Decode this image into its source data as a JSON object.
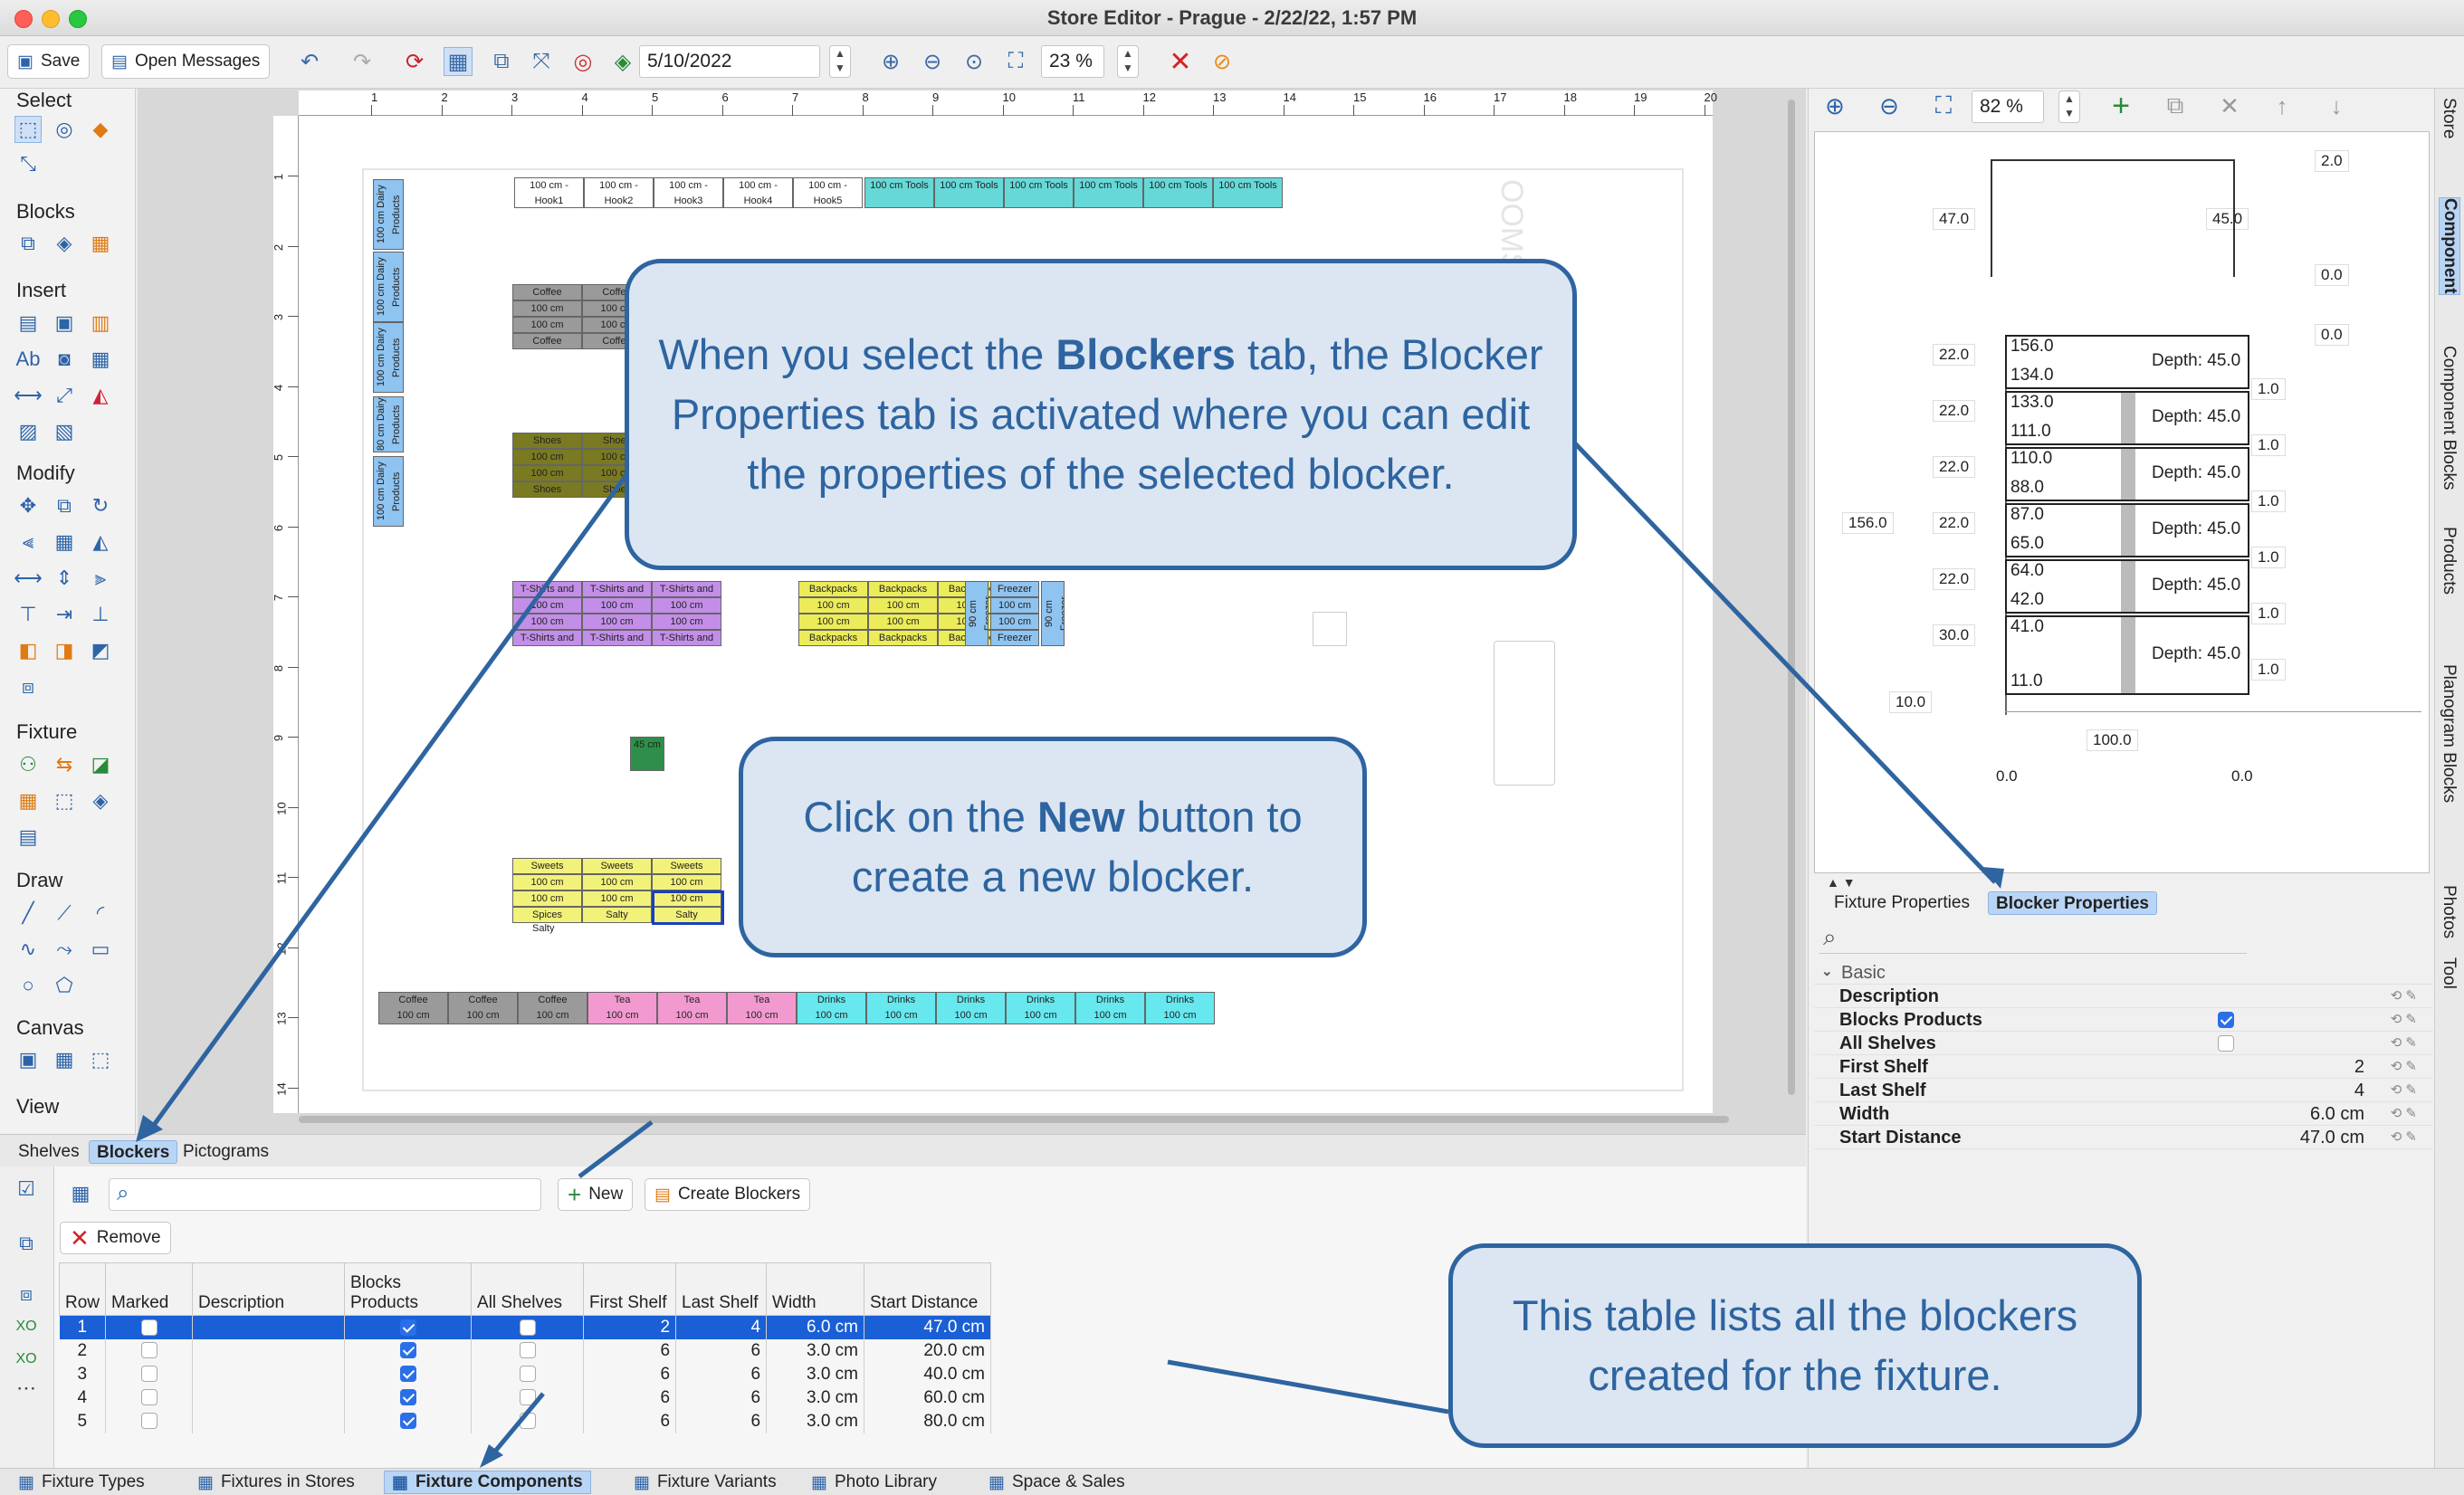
{
  "window": {
    "title": "Store Editor - Prague - 2/22/22, 1:57 PM"
  },
  "toolbar": {
    "save_label": "Save",
    "open_messages_label": "Open Messages",
    "date_value": "5/10/2022",
    "zoom_value": "23 %"
  },
  "palette": {
    "select": "Select",
    "blocks": "Blocks",
    "insert": "Insert",
    "modify": "Modify",
    "fixture": "Fixture",
    "draw": "Draw",
    "canvas": "Canvas",
    "view": "View"
  },
  "ruler": {
    "top_marks": [
      "1",
      "2",
      "3",
      "4",
      "5",
      "6",
      "7",
      "8",
      "9",
      "10",
      "11",
      "12",
      "13",
      "14",
      "15",
      "16",
      "17",
      "18",
      "19",
      "20"
    ],
    "left_marks": [
      "1",
      "2",
      "3",
      "4",
      "5",
      "6",
      "7",
      "8",
      "9",
      "10",
      "11",
      "12",
      "13",
      "14"
    ]
  },
  "floor": {
    "hooks": [
      "100 cm - Hook1",
      "100 cm - Hook2",
      "100 cm - Hook3",
      "100 cm - Hook4",
      "100 cm - Hook5"
    ],
    "tools": [
      "100 cm Tools",
      "100 cm Tools",
      "100 cm Tools",
      "100 cm Tools",
      "100 cm Tools",
      "100 cm Tools"
    ],
    "dairy": [
      "100 cm Dairy Products",
      "100 cm Dairy Products",
      "100 cm Dairy Products",
      "80 cm Dairy Products",
      "100 cm Dairy Products"
    ],
    "coffee_block": [
      "Coffee",
      "100 cm",
      "100 cm",
      "Coffee"
    ],
    "shoes_block": [
      "Shoes",
      "100 cm",
      "100 cm",
      "Shoes"
    ],
    "tshirts": [
      "T-Shirts and Shirts",
      "100 cm",
      "100 cm",
      "T-Shirts and Shirts"
    ],
    "backpacks": [
      "Backpacks",
      "100 cm",
      "100 cm",
      "Backpacks"
    ],
    "freezer": [
      "Freezer",
      "100 cm",
      "100 cm",
      "Freezer"
    ],
    "freezer_side": "90 cm Freezer",
    "small_box": "45 cm",
    "sweets": [
      "Sweets",
      "100 cm",
      "100 cm",
      "Spices"
    ],
    "sweets2": [
      "Sweets",
      "100 cm",
      "100 cm",
      "Salty"
    ],
    "sweets_sub": "Salty",
    "bottom_row": [
      {
        "name": "Coffee",
        "size": "100 cm",
        "color": "#9a9a9a"
      },
      {
        "name": "Coffee",
        "size": "100 cm",
        "color": "#9a9a9a"
      },
      {
        "name": "Coffee",
        "size": "100 cm",
        "color": "#9a9a9a"
      },
      {
        "name": "Tea",
        "size": "100 cm",
        "color": "#f29ad0"
      },
      {
        "name": "Tea",
        "size": "100 cm",
        "color": "#f29ad0"
      },
      {
        "name": "Tea",
        "size": "100 cm",
        "color": "#f29ad0"
      },
      {
        "name": "Drinks",
        "size": "100 cm",
        "color": "#66e8ee"
      },
      {
        "name": "Drinks",
        "size": "100 cm",
        "color": "#66e8ee"
      },
      {
        "name": "Drinks",
        "size": "100 cm",
        "color": "#66e8ee"
      },
      {
        "name": "Drinks",
        "size": "100 cm",
        "color": "#66e8ee"
      },
      {
        "name": "Drinks",
        "size": "100 cm",
        "color": "#66e8ee"
      },
      {
        "name": "Drinks",
        "size": "100 cm",
        "color": "#66e8ee"
      }
    ],
    "rooms_label": "OOMS"
  },
  "bottom_tabs": {
    "shelves": "Shelves",
    "blockers": "Blockers",
    "pictograms": "Pictograms"
  },
  "blockers": {
    "new_label": "New",
    "create_label": "Create Blockers",
    "remove_label": "Remove",
    "columns": [
      "Row",
      "Marked",
      "Description",
      "Blocks Products",
      "All Shelves",
      "First Shelf",
      "Last Shelf",
      "Width",
      "Start Distance"
    ],
    "rows": [
      {
        "row": "1",
        "first": "2",
        "last": "4",
        "width": "6.0 cm",
        "start": "47.0 cm"
      },
      {
        "row": "2",
        "first": "6",
        "last": "6",
        "width": "3.0 cm",
        "start": "20.0 cm"
      },
      {
        "row": "3",
        "first": "6",
        "last": "6",
        "width": "3.0 cm",
        "start": "40.0 cm"
      },
      {
        "row": "4",
        "first": "6",
        "last": "6",
        "width": "3.0 cm",
        "start": "60.0 cm"
      },
      {
        "row": "5",
        "first": "6",
        "last": "6",
        "width": "3.0 cm",
        "start": "80.0 cm"
      }
    ]
  },
  "status_tabs": [
    "Fixture Types",
    "Fixtures in Stores",
    "Fixture Components",
    "Fixture Variants",
    "Photo Library",
    "Space & Sales"
  ],
  "right": {
    "zoom_value": "82 %",
    "diagram": {
      "top_labels": [
        "2.0",
        "47.0",
        "45.0",
        "0.0",
        "0.0"
      ],
      "shelves": [
        {
          "a": "156.0",
          "b": "134.0",
          "depth": "Depth: 45.0",
          "left": "22.0",
          "right": "1.0"
        },
        {
          "a": "133.0",
          "b": "111.0",
          "depth": "Depth: 45.0",
          "left": "22.0",
          "right": "1.0"
        },
        {
          "a": "110.0",
          "b": "88.0",
          "depth": "Depth: 45.0",
          "left": "22.0",
          "right": "1.0"
        },
        {
          "a": "87.0",
          "b": "65.0",
          "depth": "Depth: 45.0",
          "left": "22.0",
          "right": "1.0"
        },
        {
          "a": "64.0",
          "b": "42.0",
          "depth": "Depth: 45.0",
          "left": "22.0",
          "right": "1.0"
        },
        {
          "a": "41.0",
          "b": "11.0",
          "depth": "Depth: 45.0",
          "left": "30.0",
          "right": "1.0"
        }
      ],
      "height_label": "156.0",
      "base_left": "10.0",
      "width_label": "100.0",
      "bottom_left": "0.0",
      "bottom_right": "0.0"
    },
    "tabs": {
      "fixture_properties": "Fixture Properties",
      "blocker_properties": "Blocker Properties"
    },
    "group": "Basic",
    "props": [
      {
        "key": "Description",
        "value": ""
      },
      {
        "key": "Blocks Products",
        "value": ""
      },
      {
        "key": "All Shelves",
        "value": ""
      },
      {
        "key": "First Shelf",
        "value": "2"
      },
      {
        "key": "Last Shelf",
        "value": "4"
      },
      {
        "key": "Width",
        "value": "6.0 cm"
      },
      {
        "key": "Start Distance",
        "value": "47.0 cm"
      }
    ]
  },
  "vertical_tabs": [
    "Store",
    "Component",
    "Component Blocks",
    "Products",
    "Planogram Blocks",
    "Photos",
    "Tool"
  ],
  "callouts": {
    "c1_pre": "When you select the ",
    "c1_bold": "Blockers",
    "c1_post": " tab, the Blocker Properties tab is activated where you can edit the properties of the selected blocker.",
    "c2_pre": "Click on the ",
    "c2_bold": "New",
    "c2_post": " button to create a new blocker.",
    "c3": "This table lists all the blockers created for the fixture."
  },
  "colors": {
    "accent": "#2e64a0",
    "selection": "#1a5fd6",
    "tab_active": "#b9d5f5"
  }
}
